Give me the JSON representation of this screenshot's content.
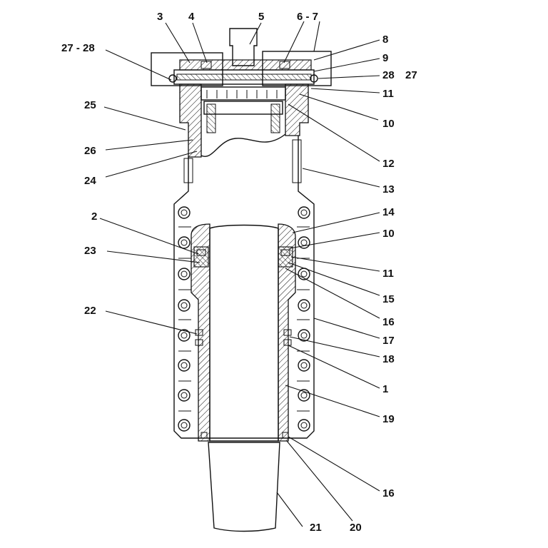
{
  "callouts": [
    {
      "id": "c3",
      "text": "3"
    },
    {
      "id": "c4",
      "text": "4"
    },
    {
      "id": "c5",
      "text": "5"
    },
    {
      "id": "c6-7",
      "text": "6 - 7"
    },
    {
      "id": "c8",
      "text": "8"
    },
    {
      "id": "c9",
      "text": "9"
    },
    {
      "id": "c28r",
      "text": "28"
    },
    {
      "id": "c27r",
      "text": "27"
    },
    {
      "id": "c27-28",
      "text": "27 - 28"
    },
    {
      "id": "c11a",
      "text": "11"
    },
    {
      "id": "c10a",
      "text": "10"
    },
    {
      "id": "c25",
      "text": "25"
    },
    {
      "id": "c26",
      "text": "26"
    },
    {
      "id": "c24",
      "text": "24"
    },
    {
      "id": "c12",
      "text": "12"
    },
    {
      "id": "c13",
      "text": "13"
    },
    {
      "id": "c14",
      "text": "14"
    },
    {
      "id": "c2",
      "text": "2"
    },
    {
      "id": "c10b",
      "text": "10"
    },
    {
      "id": "c23",
      "text": "23"
    },
    {
      "id": "c11b",
      "text": "11"
    },
    {
      "id": "c15",
      "text": "15"
    },
    {
      "id": "c16a",
      "text": "16"
    },
    {
      "id": "c22",
      "text": "22"
    },
    {
      "id": "c17",
      "text": "17"
    },
    {
      "id": "c18",
      "text": "18"
    },
    {
      "id": "c1",
      "text": "1"
    },
    {
      "id": "c19",
      "text": "19"
    },
    {
      "id": "c16b",
      "text": "16"
    },
    {
      "id": "c21",
      "text": "21"
    },
    {
      "id": "c20",
      "text": "20"
    }
  ]
}
